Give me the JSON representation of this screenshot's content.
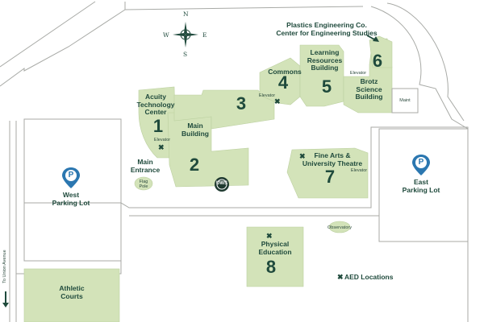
{
  "compass": {
    "n": "N",
    "s": "S",
    "e": "E",
    "w": "W"
  },
  "buildings": {
    "b1": {
      "name": "Acuity Technology Center",
      "name_l1": "Acuity",
      "name_l2": "Technology",
      "name_l3": "Center",
      "number": "1"
    },
    "b2": {
      "name": "Main Building",
      "name_l1": "Main",
      "name_l2": "Building",
      "number": "2"
    },
    "b3": {
      "number": "3"
    },
    "b4": {
      "name": "Commons",
      "number": "4"
    },
    "b5": {
      "name_l1": "Learning",
      "name_l2": "Resources",
      "name_l3": "Building",
      "number": "5"
    },
    "b6": {
      "number": "6",
      "name_l1": "Brotz",
      "name_l2": "Science",
      "name_l3": "Building"
    },
    "b7": {
      "name_l1": "Fine Arts &",
      "name_l2": "University Theatre",
      "number": "7"
    },
    "b8": {
      "name_l1": "Physical",
      "name_l2": "Education",
      "number": "8"
    }
  },
  "plastics": {
    "l1": "Plastics Engineering Co.",
    "l2": "Center for Engineering Studies"
  },
  "labels": {
    "main_entrance_l1": "Main",
    "main_entrance_l2": "Entrance",
    "flag_l1": "Flag",
    "flag_l2": "Pole",
    "elevator": "Elevator",
    "maint": "Maint",
    "observatory": "Observatory",
    "athletic_l1": "Athletic",
    "athletic_l2": "Courts",
    "union_ave": "To Union Avenue",
    "aed_marker": "✖",
    "aed_legend": "AED Locations"
  },
  "parking": {
    "west_l1": "West",
    "west_l2": "Parking Lot",
    "east_l1": "East",
    "east_l2": "Parking Lot",
    "symbol": "P"
  },
  "logo_text": "UWS",
  "colors": {
    "building": "#d3e3b9",
    "text": "#1f4a3c",
    "road": "#a8aaa6",
    "pin": "#2b77b0"
  }
}
